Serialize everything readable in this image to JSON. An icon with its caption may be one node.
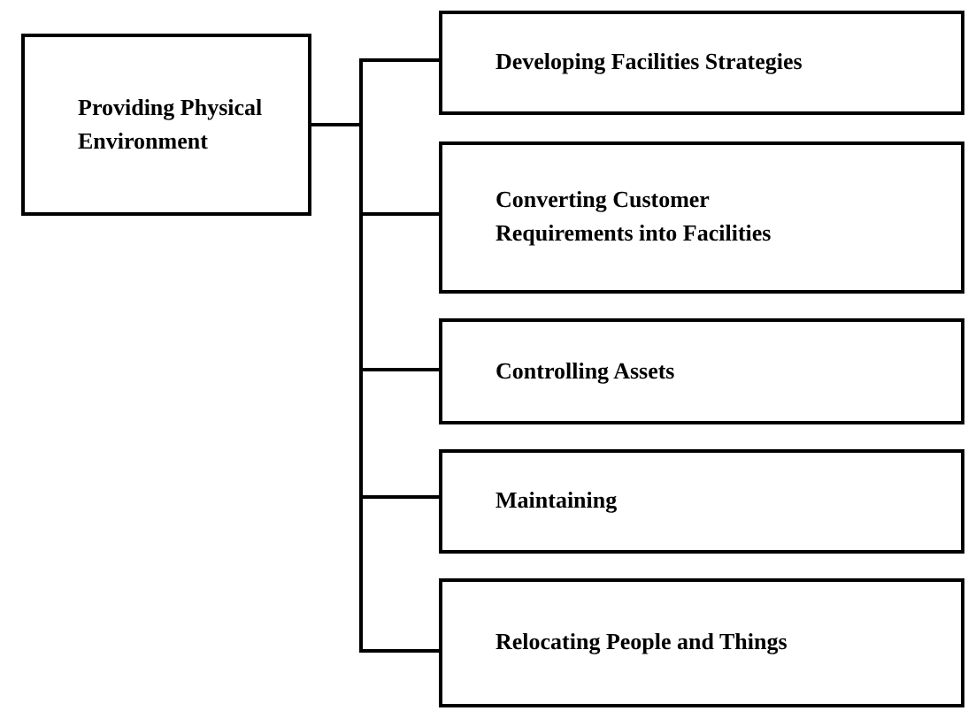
{
  "diagram": {
    "nodes": [
      {
        "text": [
          "Providing Physical Environment"
        ]
      },
      {
        "text": [
          "Developing Facilities Strategies"
        ]
      },
      {
        "text": [
          "Converting Customer Requirements into Facilities"
        ]
      },
      {
        "text": [
          "Controlling Assets"
        ]
      },
      {
        "text": [
          "Maintaining"
        ]
      },
      {
        "text": [
          "Relocating People and Things"
        ]
      }
    ],
    "edges": [
      {
        "from": 0,
        "to": 1,
        "arrow": "none"
      },
      {
        "from": 0,
        "to": 2,
        "arrow": "none"
      },
      {
        "from": 0,
        "to": 3,
        "arrow": "none"
      },
      {
        "from": 0,
        "to": 4,
        "arrow": "none"
      },
      {
        "from": 0,
        "to": 5,
        "arrow": "none"
      }
    ]
  }
}
